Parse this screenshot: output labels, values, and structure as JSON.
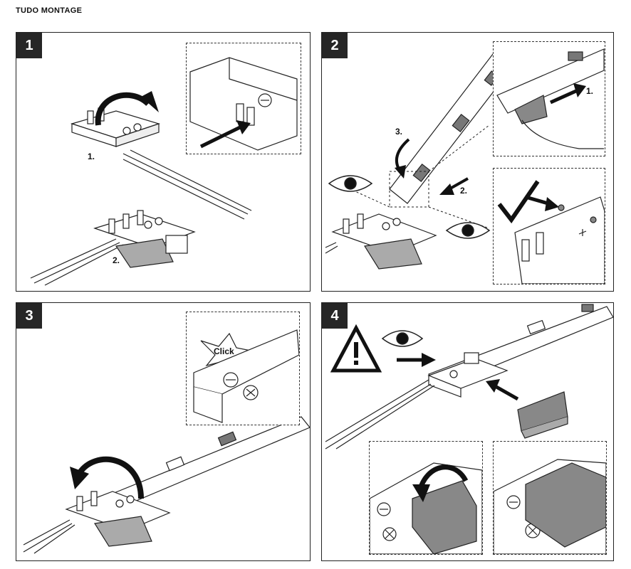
{
  "title": "TUDO MONTAGE",
  "steps": [
    {
      "number": "1",
      "labels": [
        "1.",
        "2."
      ]
    },
    {
      "number": "2",
      "labels": [
        "3.",
        "2.",
        "1."
      ]
    },
    {
      "number": "3",
      "callout": "Click"
    },
    {
      "number": "4"
    }
  ],
  "icons": [
    "rotate-arrow-icon",
    "eye-icon",
    "check-icon",
    "warning-icon",
    "push-arrow-icon",
    "peel-arrow-icon"
  ],
  "colors": {
    "ink": "#222222",
    "badge": "#262626",
    "shade": "#8a8a8a"
  }
}
